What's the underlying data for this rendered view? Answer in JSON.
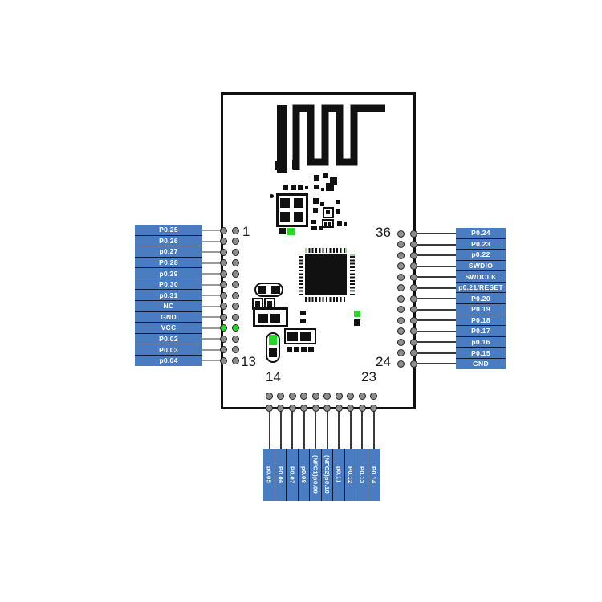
{
  "colors": {
    "label_box_blue": "#4a7cc2",
    "label_text": "#ffffff",
    "divider_navy": "#0d1b36",
    "pad_gray": "#8c8c8c",
    "pad_green": "#2bd42b",
    "module_outline": "#111111",
    "connector_line_left": "#999999",
    "connector_line_dark": "#3a3a3a"
  },
  "left_pins": {
    "first_pin_number": "1",
    "last_pin_number": "13",
    "labels": [
      "P0.25",
      "P0.26",
      "p0.27",
      "P0.28",
      "p0.29",
      "P0.30",
      "p0.31",
      "NC",
      "GND",
      "VCC",
      "P0.02",
      "P0.03",
      "p0.04"
    ],
    "green_pad_rows": [
      9
    ]
  },
  "right_pins": {
    "first_pin_number": "36",
    "last_pin_number": "24",
    "labels": [
      "P0.24",
      "P0.23",
      "p0.22",
      "SWDIO",
      "SWDCLK",
      "p0.21/RESET",
      "P0.20",
      "P0.19",
      "P0.18",
      "P0.17",
      "p0.16",
      "P0.15",
      "GND"
    ],
    "green_pad_rows": []
  },
  "bottom_pins": {
    "first_pin_number": "14",
    "last_pin_number": "23",
    "labels": [
      "p0.05",
      "P0.06",
      "P0.07",
      "p0.08",
      "(NFC1)p0.09",
      "(NFC2)p0.10",
      "p0.11",
      "P0.12",
      "P0.13",
      "P0.14"
    ],
    "green_pad_rows": []
  }
}
